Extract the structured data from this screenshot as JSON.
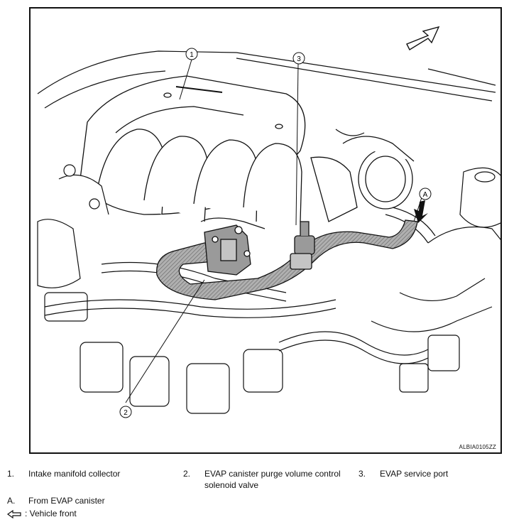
{
  "figure": {
    "code": "ALBIA0105ZZ"
  },
  "callouts": [
    {
      "label": "1"
    },
    {
      "label": "2"
    },
    {
      "label": "3"
    },
    {
      "label": "A"
    }
  ],
  "legend": {
    "items": [
      {
        "number": "1.",
        "text": "Intake manifold collector"
      },
      {
        "number": "2.",
        "text_line1": "EVAP canister purge volume control",
        "text_line2": "solenoid valve"
      },
      {
        "number": "3.",
        "text": "EVAP service port"
      }
    ],
    "letter_item": {
      "letter": "A.",
      "text": "From EVAP canister"
    },
    "arrow_item": {
      "icon": "vehicle-front-arrow-icon",
      "text": ": Vehicle front"
    }
  },
  "colors": {
    "hose_fill": "#9a9a9a",
    "line": "#111111"
  }
}
